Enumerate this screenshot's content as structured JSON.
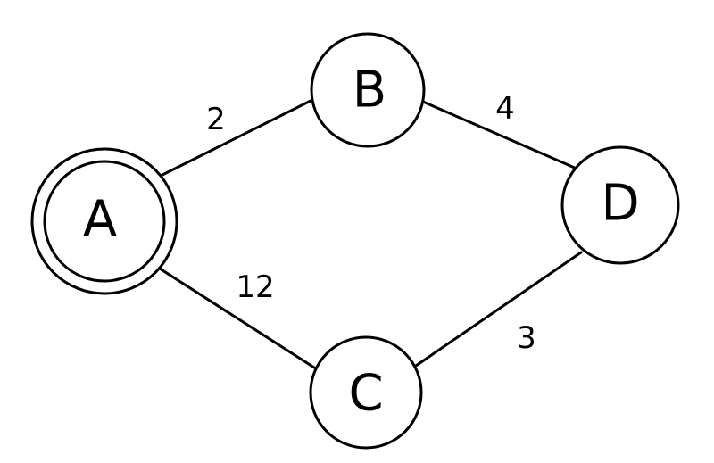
{
  "graph": {
    "stroke_color": "#000000",
    "background_color": "#ffffff",
    "nodes": {
      "A": {
        "label": "A",
        "marker": "double-circle"
      },
      "B": {
        "label": "B",
        "marker": "circle"
      },
      "C": {
        "label": "C",
        "marker": "circle"
      },
      "D": {
        "label": "D",
        "marker": "circle"
      }
    },
    "edges": {
      "ab": {
        "from": "A",
        "to": "B",
        "weight": "2"
      },
      "bd": {
        "from": "B",
        "to": "D",
        "weight": "4"
      },
      "ac": {
        "from": "A",
        "to": "C",
        "weight": "12"
      },
      "cd": {
        "from": "C",
        "to": "D",
        "weight": "3"
      }
    }
  }
}
